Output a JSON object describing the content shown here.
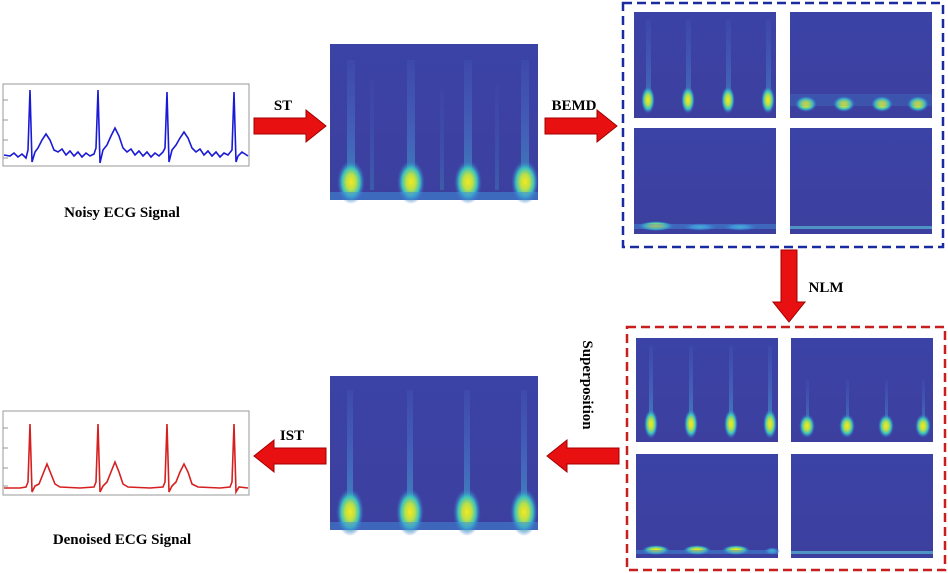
{
  "labels": {
    "noisy_caption": "Noisy ECG Signal",
    "denoised_caption": "Denoised ECG Signal",
    "st": "ST",
    "bemd": "BEMD",
    "nlm": "NLM",
    "superposition": "Superposition",
    "ist": "IST"
  },
  "colors": {
    "noisy_signal": "#1a1ad6",
    "denoised_signal": "#d62020",
    "arrow": "#e81010",
    "bemd_box": "#1a2aa0",
    "nlm_box": "#c81e1e",
    "map_background": "#3a3fa0",
    "map_peak": "#f0e020"
  }
}
